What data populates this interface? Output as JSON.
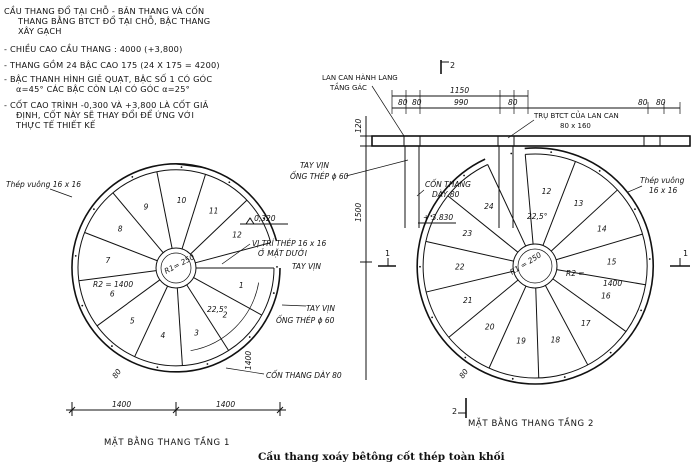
{
  "notes": [
    "CẦU THANG ĐỔ TẠI CHỖ - BẢN THANG VÀ CỐN",
    "THANG BẰNG BTCT ĐỔ TẠI CHỖ, BẬC THANG",
    "XÂY GẠCH",
    "- CHIỀU CAO CẦU THANG : 4000 (+3,800)",
    "- THANG GỒM 24 BẬC CAO 175 (24 X 175 = 4200)",
    "- BẬC THANH HÌNH GIẺ QUẠT, BẬC SỐ 1 CÓ GÓC",
    "α=45°  CÁC BẬC CÒN LẠI CÓ GÓC  α=25°",
    "- CỐT CAO TRÌNH -0,300 VÀ +3,800 LÀ CỐT GIẢ",
    "ĐỊNH, CỐT NÀY SẼ THAY ĐỔI ĐỂ ỨNG VỚI",
    "THỰC TẾ THIẾT KẾ"
  ],
  "plan1": {
    "caption": "MẶT BẰNG THANG TẦNG 1",
    "steps": [
      "1",
      "2",
      "3",
      "4",
      "5",
      "6",
      "7",
      "8",
      "9",
      "10",
      "11",
      "12"
    ],
    "labels": {
      "square_steel": "Thép vuông 16 x 16",
      "r2": "R2 = 1400",
      "r1": "R1= 250",
      "angle": "22,5°",
      "level": "- 0,320",
      "steel_pos": "VỊ TRÍ THÉP 16 x 16",
      "under_rail": "Ở MẶT DƯỚI",
      "under_rail2": "TAY VỊN",
      "rail_a": "TAY VỊN",
      "rail_b": "ỐNG THÉP ϕ 60",
      "stringer": "CỐN THANG DÀY 80",
      "thick": "80",
      "dim_left": "1400",
      "dim_right": "1400",
      "vert_dim": "1400"
    }
  },
  "plan2": {
    "caption": "MẶT BẰNG THANG TẦNG 2",
    "steps": [
      "12",
      "13",
      "14",
      "15",
      "16",
      "17",
      "18",
      "19",
      "20",
      "21",
      "22",
      "23",
      "24"
    ],
    "labels": {
      "railing": "LAN CAN HÀNH LANG",
      "floor": "TẦNG GÁC",
      "post": "TRỤ BTCT CỦA LAN CAN",
      "post_size": "80 x 160",
      "rail_a": "TAY VỊN",
      "rail_b": "ỐNG THÉP ϕ 60",
      "stringer": "CỐN THANG",
      "stringer2": "DÀY 80",
      "level": "+ 3.830",
      "angle": "22,5°",
      "r1": "R1 = 250",
      "r2": "R2 =",
      "r2val": "1400",
      "square_steel": "Thép vuông",
      "square_steel2": "16 x 16",
      "thick": "80",
      "dim_total": "1150",
      "dim_a": "80",
      "dim_b": "80",
      "dim_mid": "990",
      "dim_c": "80",
      "dim_d": "80",
      "dim_e": "80",
      "dim_120": "120",
      "dim_1500": "1500"
    }
  },
  "section_marks": {
    "s2": "2",
    "s1": "1"
  },
  "title": "Cầu thang xoáy bêtông cốt thép toàn khối"
}
